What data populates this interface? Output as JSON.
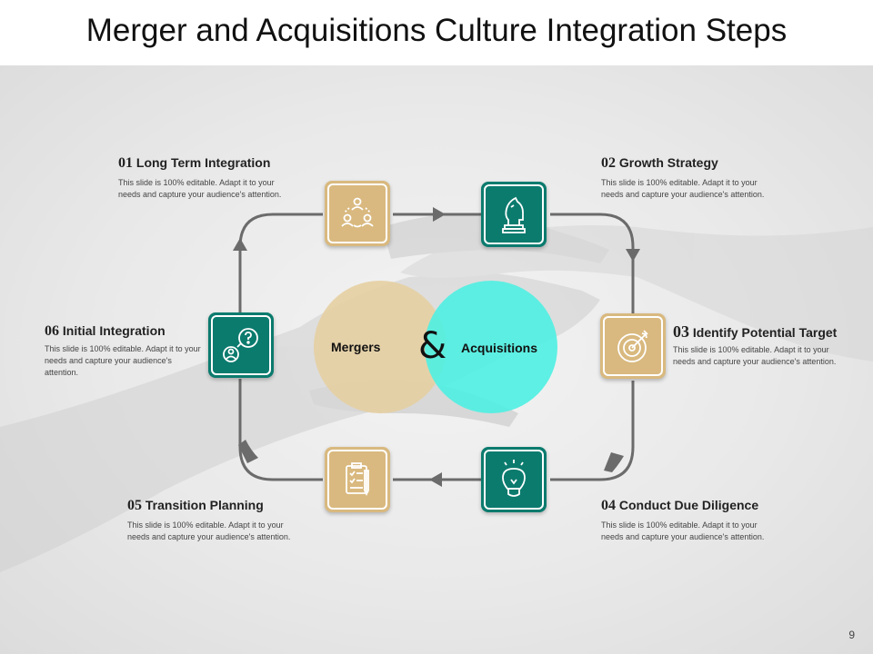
{
  "title": "Merger and Acquisitions Culture Integration Steps",
  "page_number": "9",
  "center": {
    "left_label": "Mergers",
    "connector": "&",
    "right_label": "Acquisitions",
    "left_color": "#e6cfa2",
    "right_color": "#4ef0e2"
  },
  "colors": {
    "gold": "#d9b97f",
    "teal": "#0b7b6e",
    "connector_line": "#6b6b6b"
  },
  "steps": [
    {
      "number": "01",
      "label": "Long Term Integration",
      "description": "This slide is 100% editable.  Adapt it to your needs and capture your audience's attention.",
      "icon": "team-icon",
      "color": "gold"
    },
    {
      "number": "02",
      "label": "Growth Strategy",
      "description": "This slide is 100% editable.  Adapt it to your needs and capture your audience's attention.",
      "icon": "chess-knight-icon",
      "color": "teal"
    },
    {
      "number": "03",
      "label": "Identify Potential Target",
      "description": "This slide is 100% editable.  Adapt it to your needs and capture your audience's attention.",
      "icon": "target-icon",
      "color": "gold"
    },
    {
      "number": "04",
      "label": "Conduct Due Diligence",
      "description": "This slide is 100% editable.  Adapt it to your needs and capture your audience's attention.",
      "icon": "lightbulb-icon",
      "color": "teal"
    },
    {
      "number": "05",
      "label": "Transition Planning",
      "description": "This slide is 100% editable.  Adapt it to your needs and capture your audience's attention.",
      "icon": "clipboard-icon",
      "color": "gold"
    },
    {
      "number": "06",
      "label": "Initial Integration",
      "description": "This slide is 100% editable.  Adapt it to your needs and capture your audience's attention.",
      "icon": "question-user-icon",
      "color": "teal"
    }
  ]
}
